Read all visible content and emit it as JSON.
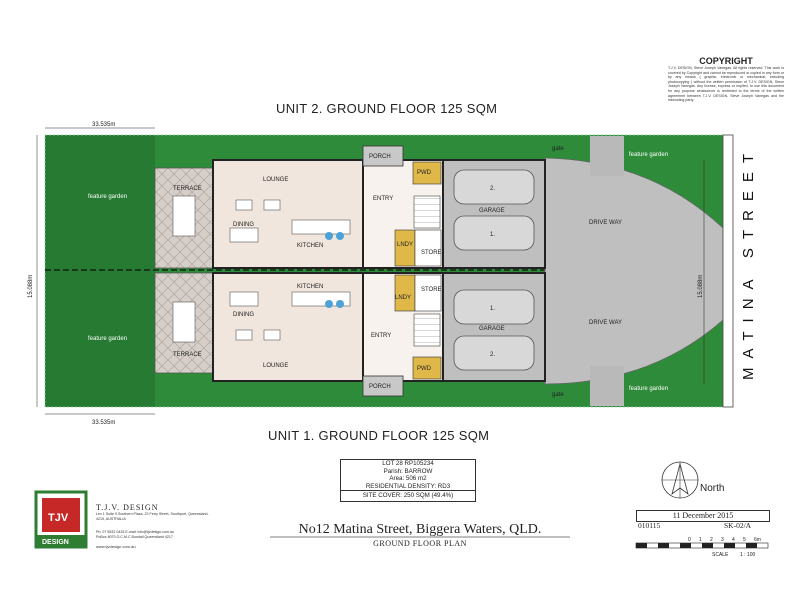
{
  "copyright": {
    "title": "COPYRIGHT",
    "text": "T.J.V. DESIGN, Steve Joseph Vanegas. All rights reserved. This work is covered by Copyright and cannot be reproduced or copied in any form or by any means ( graphic, electronic or mechanical, including photocopying ) without the written permission of T.J.V. DESIGN, Steve Joseph Vanegas. Any license, express or implied, to use this document for any purpose whatsoever is restricted to the terms of the written agreement between T.J.V. DESIGN, Steve Joseph Vanegas and the instructing party."
  },
  "plan": {
    "unit2_title": "UNIT 2. GROUND FLOOR  125 SQM",
    "unit1_title": "UNIT 1. GROUND FLOOR  125 SQM",
    "dim_top": "33.535m",
    "dim_bottom": "33.535m",
    "dim_left": "15.088m",
    "dim_right": "15.088m",
    "street": "MATINA STREET",
    "rooms": {
      "terrace_top": "TERRACE",
      "terrace_bottom": "TERRACE",
      "lounge_top": "LOUNGE",
      "lounge_bottom": "LOUNGE",
      "dining_top": "DINING",
      "dining_bottom": "DINING",
      "kitchen_top": "KITCHEN",
      "kitchen_bottom": "KITCHEN",
      "entry_top": "ENTRY",
      "entry_bottom": "ENTRY",
      "porch_top": "PORCH",
      "porch_bottom": "PORCH",
      "pwd_top": "PWD",
      "pwd_bottom": "PWD",
      "lndy_top": "LNDY",
      "lndy_bottom": "LNDY",
      "store_top": "STORE",
      "store_bottom": "STORE",
      "garage_top": "GARAGE",
      "garage_bottom": "GARAGE",
      "driveway_top": "DRIVE WAY",
      "driveway_bottom": "DRIVE WAY",
      "feature_garden_nw": "feature garden",
      "feature_garden_sw": "feature garden",
      "feature_garden_ne": "feature garden",
      "feature_garden_se": "feature garden",
      "gate_top": "gate",
      "gate_bottom": "gate",
      "car1_top": "2.",
      "car2_top": "1.",
      "car1_bottom": "1.",
      "car2_bottom": "2."
    }
  },
  "lot": {
    "lot": "LOT 28 RP105234",
    "parish": "Parish: BARROW",
    "area": "Area: 506 m2",
    "density": "RESIDENTIAL DENSITY: RD3",
    "site_cover": "SITE COVER: 250 SQM (49.4%)"
  },
  "north_label": "North",
  "title": {
    "main": "No12 Matina Street, Biggera Waters, QLD.",
    "sub": "GROUND FLOOR PLAN"
  },
  "drawing": {
    "date": "11 December 2015",
    "job": "010115",
    "sheet": "SK-02/A",
    "scale_label": "SCALE",
    "scale_value": "1 : 100",
    "scale_ticks": [
      "0",
      "1",
      "2",
      "3",
      "4",
      "5",
      "6m"
    ]
  },
  "firm": {
    "name": "T.J.V. DESIGN",
    "logo_text": "DESIGN",
    "logo_letters": "TJV",
    "address": "Lev 1 Suite 9 Southern Plaza, 23 Ferry Street, Southport, Queensland, 4215, AUSTRALIA",
    "phone": "Ph: 07 5532 0425     E-mail: info@tjvdesign.com.au",
    "pobox": "PoBox 8070 G.C.M.C  Bundall Queensland 4217",
    "web": "www.tjvdesign.com.au"
  },
  "colors": {
    "lawn": "#2e8b3a",
    "lawn_dark": "#1f6e2a",
    "garage": "#bfbfbf",
    "living": "#f1e6dd",
    "terrace": "#d9d2cc",
    "wet": "#e0b84a"
  }
}
